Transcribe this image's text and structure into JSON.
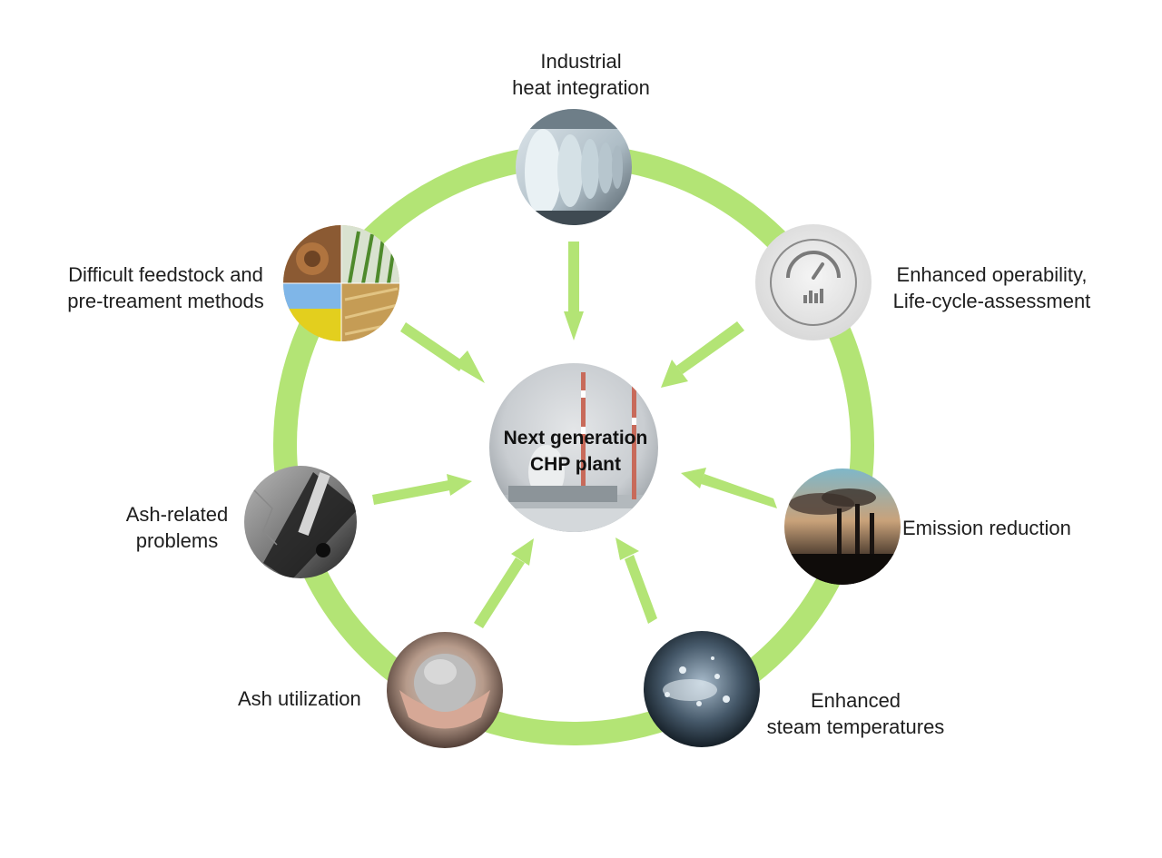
{
  "colors": {
    "ring": "#b3e475",
    "arrow": "#b3e475",
    "label_text": "#1e1e1e"
  },
  "hub": {
    "line1": "Next generation",
    "line2": "CHP plant",
    "image": "power-plant-chimneys"
  },
  "nodes": [
    {
      "id": "industrial",
      "lines": [
        "Industrial",
        "heat integration"
      ],
      "icon": "paper-rolls-photo"
    },
    {
      "id": "operability",
      "lines": [
        "Enhanced operability,",
        "Life-cycle-assessment"
      ],
      "icon": "gauge-icon"
    },
    {
      "id": "emission",
      "lines": [
        "Emission reduction"
      ],
      "icon": "smokestack-photo"
    },
    {
      "id": "steam",
      "lines": [
        "Enhanced",
        "steam temperatures"
      ],
      "icon": "steam-photo"
    },
    {
      "id": "ash-util",
      "lines": [
        "Ash utilization"
      ],
      "icon": "ash-in-hands-photo"
    },
    {
      "id": "ash-problems",
      "lines": [
        "Ash-related",
        "problems"
      ],
      "icon": "ash-deposit-photo"
    },
    {
      "id": "feedstock",
      "lines": [
        "Difficult feedstock and",
        "pre-treament methods"
      ],
      "icon": "biomass-collage-photo"
    }
  ]
}
